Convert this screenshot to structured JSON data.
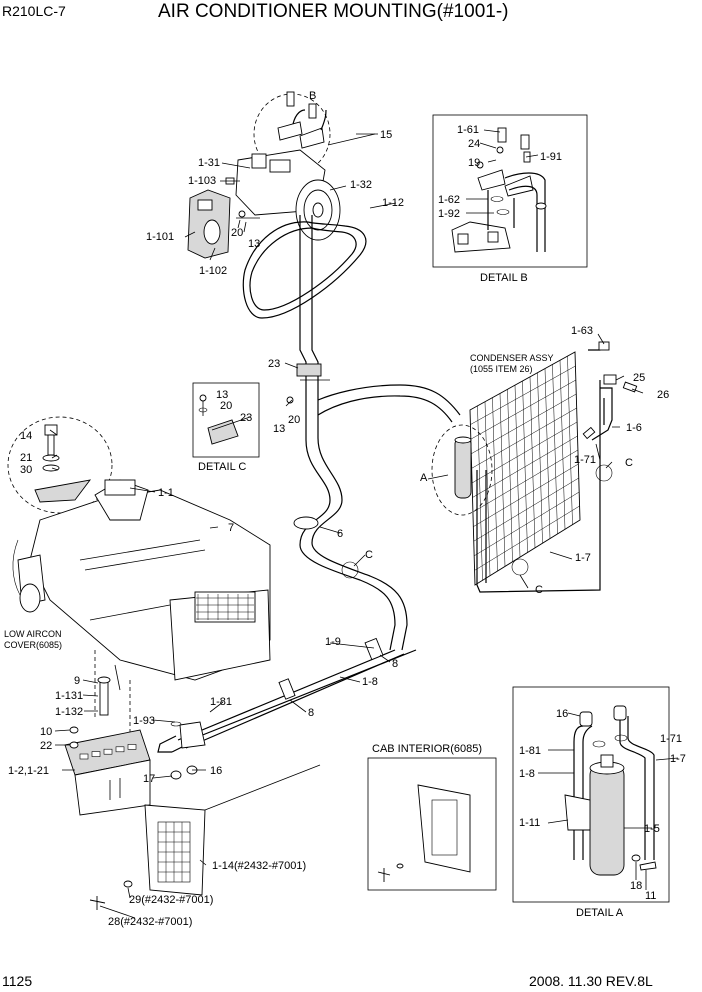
{
  "header": {
    "model": "R210LC-7",
    "title": "AIR CONDITIONER MOUNTING(#1001-)"
  },
  "footer": {
    "page": "1125",
    "date_rev": "2008. 11.30  REV.8L"
  },
  "captions": {
    "detail_a": "DETAIL A",
    "detail_b": "DETAIL B",
    "detail_c": "DETAIL C",
    "cab_interior": "CAB INTERIOR(6085)",
    "condenser_1": "CONDENSER ASSY",
    "condenser_2": "(1055 ITEM 26)",
    "low_aircon_1": "LOW AIRCON",
    "low_aircon_2": "COVER(6085)"
  },
  "labels": [
    "B",
    "15",
    "1-31",
    "1-103",
    "1-32",
    "1-12",
    "1-101",
    "20",
    "13",
    "1-102",
    "1-61",
    "24",
    "1-91",
    "19",
    "1-62",
    "1-92",
    "1-63",
    "23",
    "25",
    "26",
    "13",
    "20",
    "20",
    "13",
    "23",
    "1-6",
    "1-71",
    "A",
    "C",
    "14",
    "21",
    "30",
    "1-1",
    "7",
    "6",
    "C",
    "1-7",
    "C",
    "1-9",
    "8",
    "1-8",
    "8",
    "9",
    "1-131",
    "1-132",
    "1-81",
    "1-93",
    "10",
    "22",
    "1-2,1-21",
    "17",
    "16",
    "16",
    "1-81",
    "1-71",
    "1-8",
    "1-7",
    "1-11",
    "1-5",
    "18",
    "11",
    "1-14(#2432-#7001)",
    "29(#2432-#7001)",
    "28(#2432-#7001)"
  ]
}
